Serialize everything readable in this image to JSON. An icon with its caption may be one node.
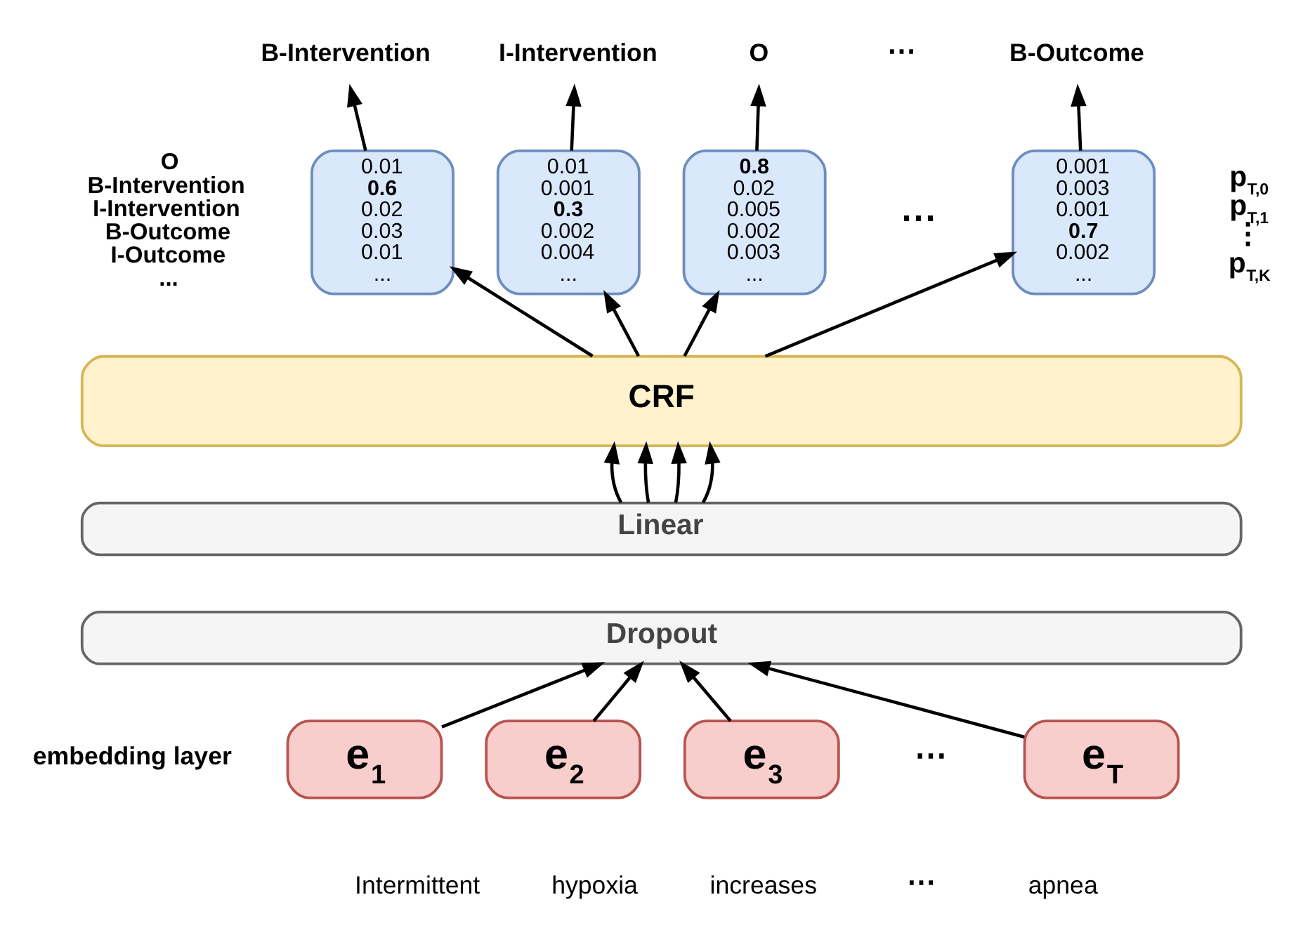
{
  "diagram": {
    "nodes": [
      {
        "text": [
          "B-Intervention"
        ]
      },
      {
        "text": [
          "I-Intervention"
        ]
      },
      {
        "text": [
          "O"
        ]
      },
      {
        "text": [
          "B-Outcome"
        ]
      },
      {
        "text": [
          "0.01",
          "**0.6**",
          "0.02",
          "0.03",
          "0.01",
          "..."
        ]
      },
      {
        "text": [
          "0.01",
          "0.001",
          "**0.3**",
          "0.002",
          "0.004",
          "..."
        ]
      },
      {
        "text": [
          "**0.8**",
          "0.02",
          "0.005",
          "0.002",
          "0.003",
          "..."
        ]
      },
      {
        "text": [
          "0.001",
          "0.003",
          "0.001",
          "**0.7**",
          "0.002",
          "..."
        ]
      },
      {
        "text": [
          "CRF"
        ]
      },
      {
        "text": [
          "Linear"
        ]
      },
      {
        "text": [
          "Dropout"
        ]
      },
      {
        "text": [
          "e$_{1}$"
        ],
        "beside": [
          "Intermittent"
        ]
      },
      {
        "text": [
          "e$_{2}$"
        ],
        "beside": [
          "hypoxia"
        ]
      },
      {
        "text": [
          "e$_{3}$"
        ],
        "beside": [
          "increases"
        ]
      },
      {
        "text": [
          "e$_{T}$"
        ],
        "beside": [
          "apnea"
        ]
      }
    ],
    "edges": [
      {
        "from": 11,
        "to": 10,
        "arrow": "to"
      },
      {
        "from": 12,
        "to": 10,
        "arrow": "to"
      },
      {
        "from": 13,
        "to": 10,
        "arrow": "to"
      },
      {
        "from": 14,
        "to": 10,
        "arrow": "to"
      },
      {
        "from": 9,
        "to": 8,
        "arrow": "to"
      },
      {
        "from": 9,
        "to": 8,
        "arrow": "to"
      },
      {
        "from": 9,
        "to": 8,
        "arrow": "to"
      },
      {
        "from": 9,
        "to": 8,
        "arrow": "to"
      },
      {
        "from": 8,
        "to": 4,
        "arrow": "to"
      },
      {
        "from": 8,
        "to": 5,
        "arrow": "to"
      },
      {
        "from": 8,
        "to": 6,
        "arrow": "to"
      },
      {
        "from": 8,
        "to": 7,
        "arrow": "to"
      },
      {
        "from": 4,
        "to": 0,
        "arrow": "to"
      },
      {
        "from": 5,
        "to": 1,
        "arrow": "to"
      },
      {
        "from": 6,
        "to": 2,
        "arrow": "to"
      },
      {
        "from": 7,
        "to": 3,
        "arrow": "to"
      }
    ],
    "labels": [
      "⋯",
      "O",
      "B-Intervention",
      "I-Intervention",
      "B-Outcome",
      "I-Outcome",
      "...",
      "⋯",
      "p$_{T,0}$",
      "p$_{T,1}$",
      "⋮",
      "p$_{T,K}$",
      "embedding layer",
      "⋯",
      "⋯"
    ]
  }
}
